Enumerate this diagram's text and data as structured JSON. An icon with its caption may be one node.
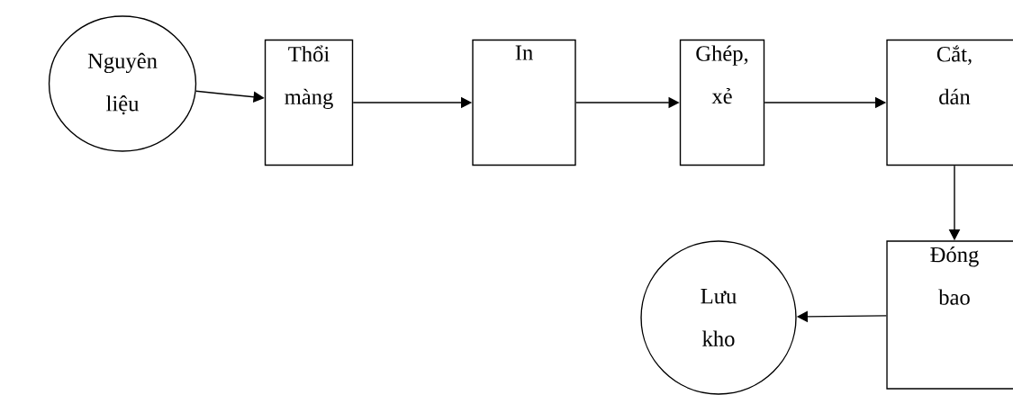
{
  "diagram": {
    "nodes": [
      {
        "text": [
          "Nguyên liệu"
        ]
      },
      {
        "text": [
          "Thổi màng"
        ]
      },
      {
        "text": [
          "In"
        ]
      },
      {
        "text": [
          "Ghép, xẻ"
        ]
      },
      {
        "text": [
          "Cắt, dán"
        ]
      },
      {
        "text": [
          "Đóng bao"
        ]
      },
      {
        "text": [
          "Lưu kho"
        ]
      }
    ],
    "edges": [
      {
        "from": 0,
        "to": 1,
        "arrow": "to"
      },
      {
        "from": 1,
        "to": 2,
        "arrow": "to"
      },
      {
        "from": 2,
        "to": 3,
        "arrow": "to"
      },
      {
        "from": 3,
        "to": 4,
        "arrow": "to"
      },
      {
        "from": 4,
        "to": 5,
        "arrow": "to"
      },
      {
        "from": 5,
        "to": 6,
        "arrow": "to"
      }
    ]
  }
}
